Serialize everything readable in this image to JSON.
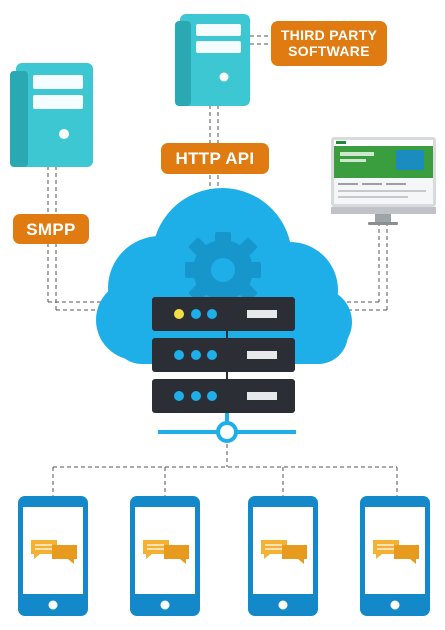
{
  "labels": {
    "smpp": "SMPP",
    "http_api": "HTTP API",
    "third_party_line1": "THIRD PARTY",
    "third_party_line2": "SOFTWARE"
  },
  "colors": {
    "teal": "#3cc7d2",
    "teal_dark": "#2aa9b3",
    "cloud": "#1eaee8",
    "cloud_dark": "#1796cc",
    "server": "#2b2f35",
    "badge": "#e07b12",
    "phone": "#1489c9",
    "chat": "#f4b134"
  },
  "icons": {
    "left_tower": "server-tower-icon",
    "top_tower": "server-tower-icon",
    "monitor": "desktop-monitor-icon",
    "cloud": "cloud-icon",
    "gear": "gear-icon",
    "rack": "server-rack-icon",
    "network_node": "network-node-icon",
    "phones": "smartphone-icon",
    "chat": "chat-bubbles-icon"
  }
}
